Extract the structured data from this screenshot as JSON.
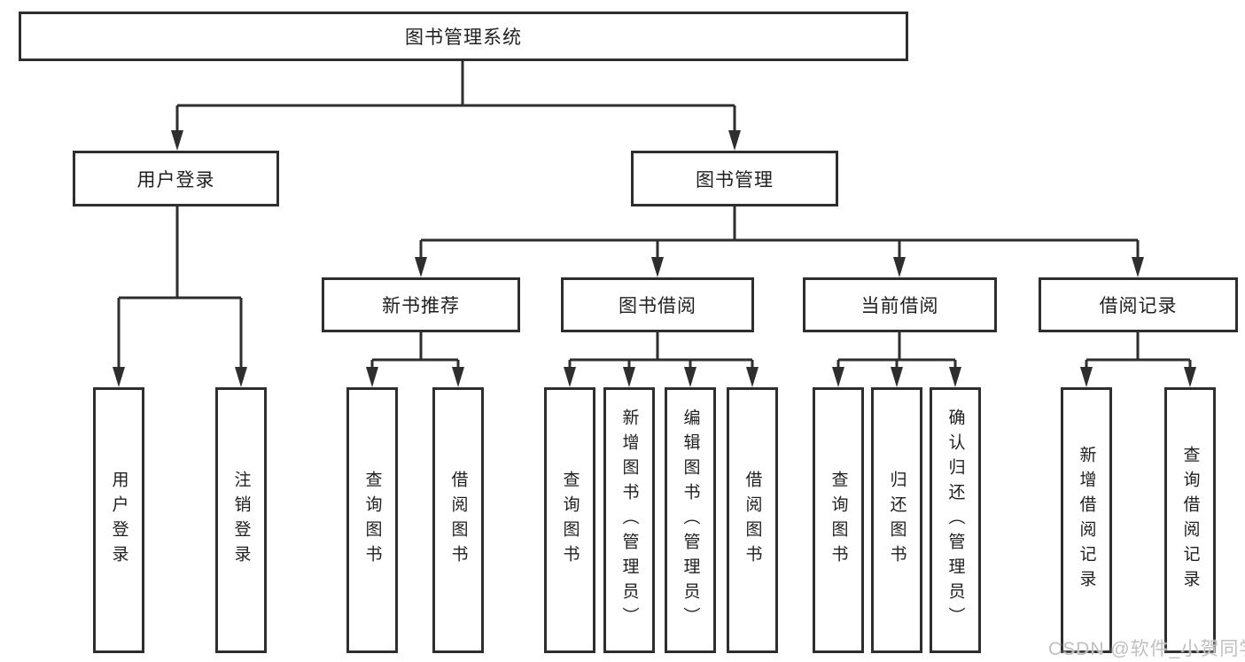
{
  "diagram": {
    "root": "图书管理系统",
    "user_login": {
      "label": "用户登录",
      "children": [
        "用户登录",
        "注销登录"
      ]
    },
    "book_mgmt": {
      "label": "图书管理",
      "sections": [
        {
          "label": "新书推荐",
          "children": [
            "查询图书",
            "借阅图书"
          ]
        },
        {
          "label": "图书借阅",
          "children": [
            "查询图书",
            "新增图书（管理员）",
            "编辑图书（管理员）",
            "借阅图书"
          ]
        },
        {
          "label": "当前借阅",
          "children": [
            "查询图书",
            "归还图书",
            "确认归还（管理员）"
          ]
        },
        {
          "label": "借阅记录",
          "children": [
            "新增借阅记录",
            "查询借阅记录"
          ]
        }
      ]
    }
  },
  "watermark": "CSDN @软件_小贺同学",
  "colors": {
    "line": "#2e2e2e",
    "text": "#1f1f1f",
    "watermark": "#bfbfbf",
    "background": "#ffffff"
  }
}
